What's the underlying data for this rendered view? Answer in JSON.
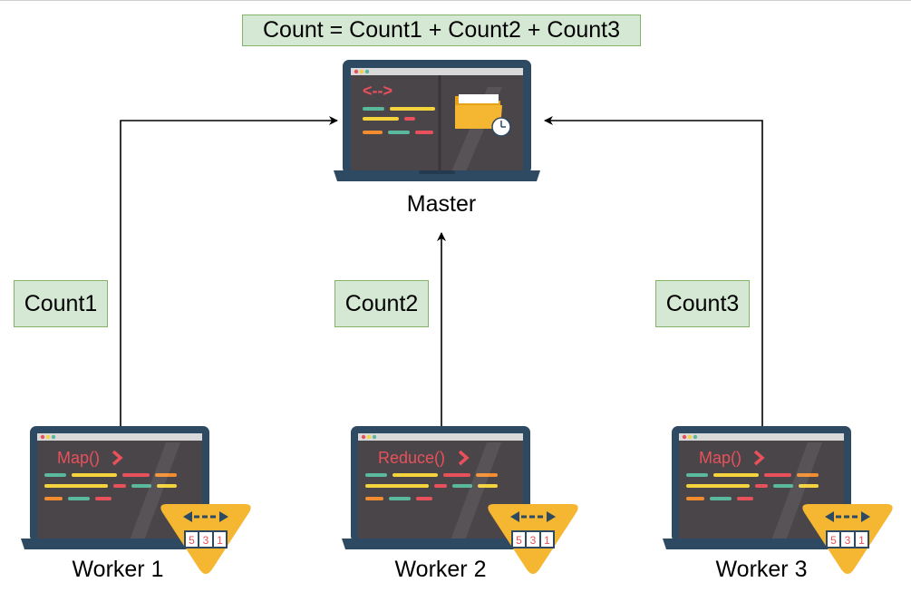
{
  "formula": "Count = Count1 + Count2 + Count3",
  "master": {
    "label": "Master"
  },
  "workers": [
    {
      "label": "Worker 1",
      "screen_text": "Map()",
      "count_label": "Count1",
      "slot_digits": [
        "5",
        "3",
        "1"
      ]
    },
    {
      "label": "Worker 2",
      "screen_text": "Reduce()",
      "count_label": "Count2",
      "slot_digits": [
        "5",
        "3",
        "1"
      ]
    },
    {
      "label": "Worker 3",
      "screen_text": "Map()",
      "count_label": "Count3",
      "slot_digits": [
        "5",
        "3",
        "1"
      ]
    }
  ],
  "colors": {
    "label_fill": "#d5e8d4",
    "label_border": "#82b366",
    "laptop_frame": "#2e4a62",
    "screen": "#4a4548",
    "code_red": "#e8515c",
    "code_yellow": "#f5d33c",
    "code_teal": "#5ab89c",
    "code_orange": "#f28c2e",
    "badge": "#f5b731",
    "folder": "#f5b731"
  }
}
